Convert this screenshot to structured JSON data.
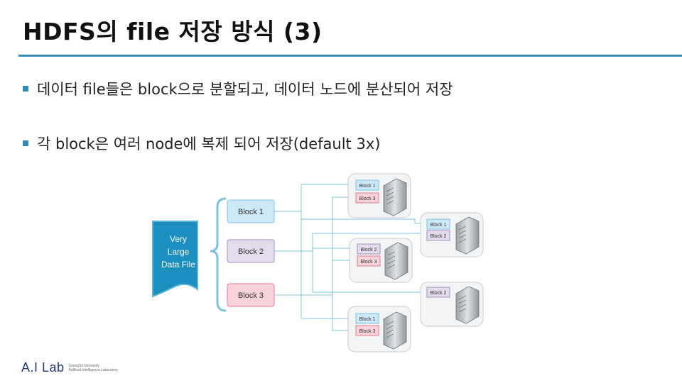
{
  "slide": {
    "title": "HDFS의 file 저장 방식 (3)",
    "bullets": [
      "데이터 file들은 block으로 분할되고, 데이터 노드에 분산되어 저장",
      "각 block은 여러 node에 복제 되어 저장(default 3x)"
    ]
  },
  "diagram": {
    "file_label": [
      "Very",
      "Large",
      "Data File"
    ],
    "blocks": [
      "Block 1",
      "Block 2",
      "Block 3"
    ],
    "nodes": [
      {
        "blocks": [
          "Block 1",
          "Block 3"
        ]
      },
      {
        "blocks": [
          "Block 1",
          "Block 2"
        ]
      },
      {
        "blocks": [
          "Block 2",
          "Block 3"
        ]
      },
      {
        "blocks": [
          "Block 2"
        ]
      },
      {
        "blocks": [
          "Block 1",
          "Block 3"
        ]
      }
    ],
    "colors": {
      "block1": "#cde9f7",
      "block1_border": "#7cc3e3",
      "block2": "#e4dced",
      "block2_border": "#a58fbf",
      "block3": "#f8d4da",
      "block3_border": "#e27d8c",
      "file": "#1a8fc0",
      "connector": "#7cc4dc",
      "bracket": "#7cc4dc"
    }
  },
  "footer": {
    "logo_text": "A.I Lab",
    "university": "SoongSil University",
    "lab": "Artificial Intelligence Laboratory"
  }
}
